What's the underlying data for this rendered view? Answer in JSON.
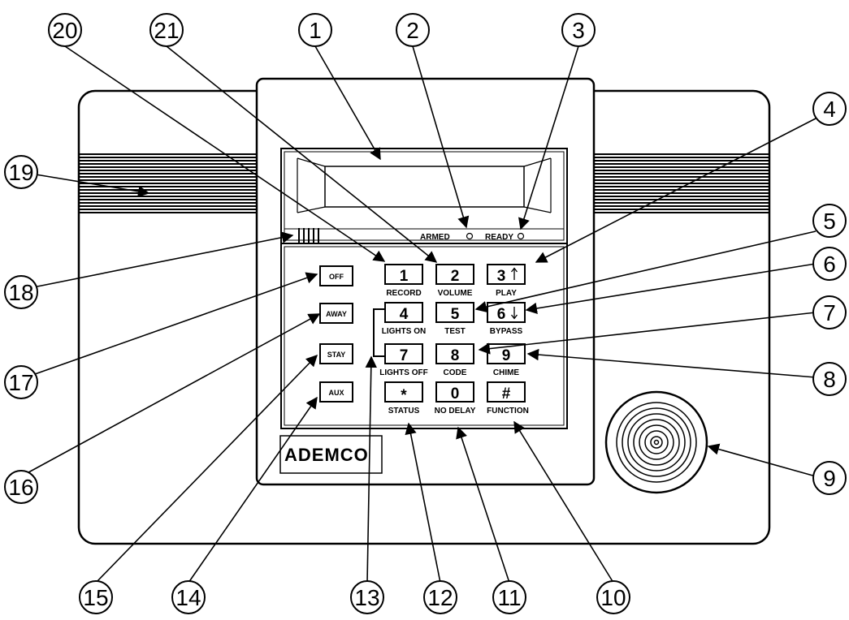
{
  "brand": "ADEMCO",
  "indicators": [
    {
      "label": "ARMED"
    },
    {
      "label": "READY"
    }
  ],
  "function_keys": [
    "OFF",
    "AWAY",
    "STAY",
    "AUX"
  ],
  "keypad": [
    {
      "main": "1",
      "sub": "RECORD",
      "arrow": ""
    },
    {
      "main": "2",
      "sub": "VOLUME",
      "arrow": ""
    },
    {
      "main": "3",
      "sub": "PLAY",
      "arrow": "up"
    },
    {
      "main": "4",
      "sub": "LIGHTS ON",
      "arrow": ""
    },
    {
      "main": "5",
      "sub": "TEST",
      "arrow": ""
    },
    {
      "main": "6",
      "sub": "BYPASS",
      "arrow": "down"
    },
    {
      "main": "7",
      "sub": "LIGHTS OFF",
      "arrow": ""
    },
    {
      "main": "8",
      "sub": "CODE",
      "arrow": ""
    },
    {
      "main": "9",
      "sub": "CHIME",
      "arrow": ""
    },
    {
      "main": "*",
      "sub": "STATUS",
      "arrow": ""
    },
    {
      "main": "0",
      "sub": "NO DELAY",
      "arrow": ""
    },
    {
      "main": "#",
      "sub": "FUNCTION",
      "arrow": ""
    }
  ],
  "callouts": [
    "1",
    "2",
    "3",
    "4",
    "5",
    "6",
    "7",
    "8",
    "9",
    "10",
    "11",
    "12",
    "13",
    "14",
    "15",
    "16",
    "17",
    "18",
    "19",
    "20",
    "21"
  ],
  "colors": {
    "stroke": "#000000",
    "background": "#ffffff"
  }
}
